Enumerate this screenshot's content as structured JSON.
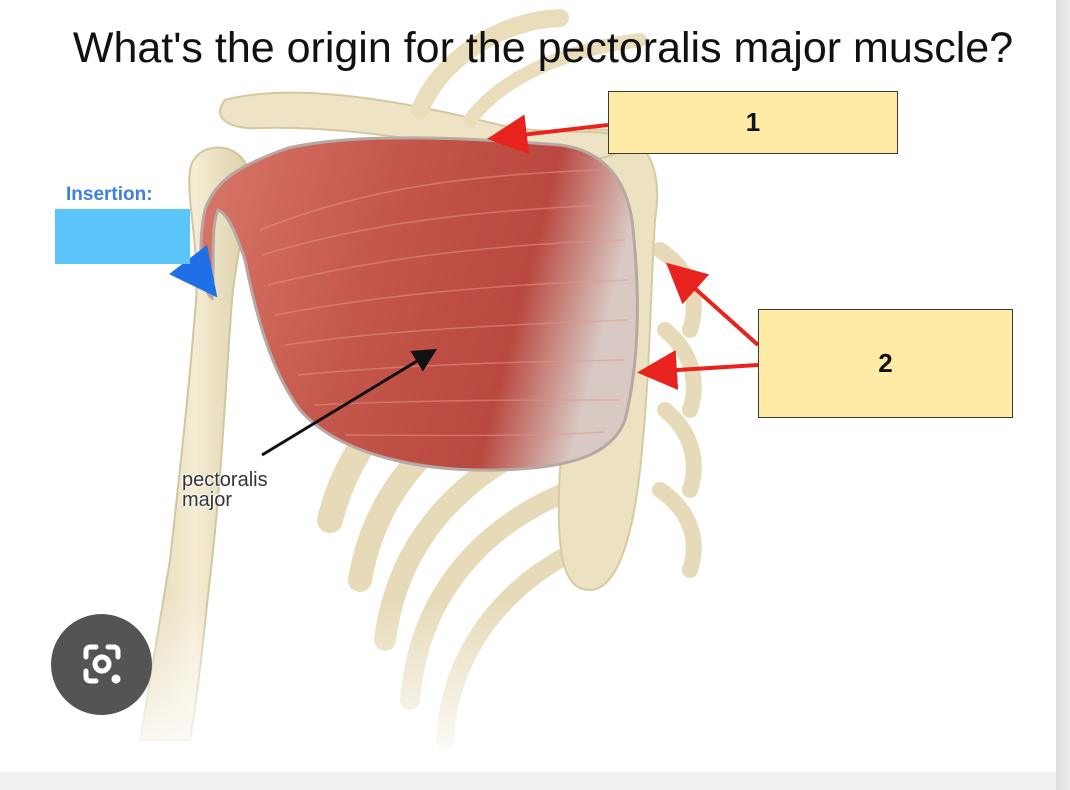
{
  "question": "What's the origin for the pectoralis major muscle?",
  "labels": {
    "box1": "1",
    "box2": "2",
    "insertion": "Insertion:",
    "muscle_line1": "pectoralis",
    "muscle_line2": "major"
  },
  "icons": {
    "lens": "google-lens-icon"
  },
  "colors": {
    "label_box_fill": "#ffeaa6",
    "insertion_box_fill": "#5bc4f9",
    "insertion_text": "#3d7fe0",
    "origin_arrow": "#e8231e",
    "insertion_arrow": "#1f6fe6",
    "pointer_arrow": "#111111",
    "muscle": "#c9574c",
    "bone": "#eee3c3"
  }
}
